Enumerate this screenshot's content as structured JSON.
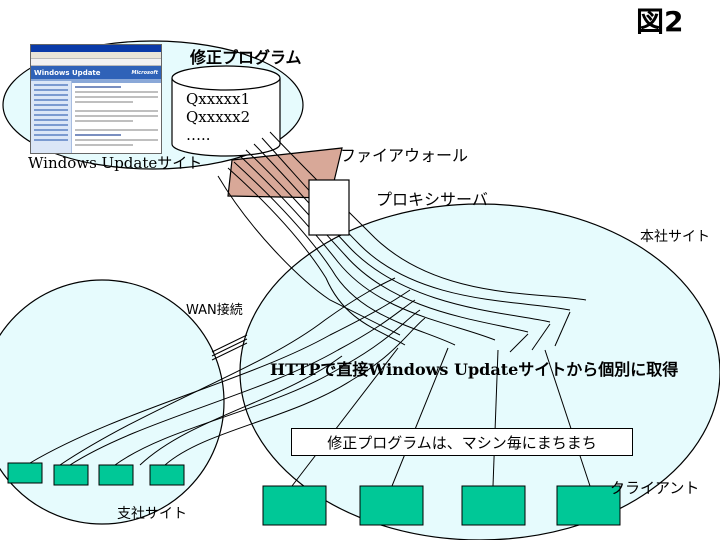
{
  "figure_number": "図2",
  "windows_update": {
    "site_label": "Windows Updateサイト",
    "screenshot_banner": "Windows Update",
    "screenshot_brand": "Microsoft"
  },
  "patch_store": {
    "title": "修正プログラム",
    "items": [
      "Qxxxxx1",
      "Qxxxxx2",
      "….."
    ]
  },
  "firewall_label": "ファイアウォール",
  "proxy_label": "プロキシサーバ",
  "hq_label": "本社サイト",
  "wan_label": "WAN接続",
  "http_label": "HTTPで直接Windows Updateサイトから個別に取得",
  "patch_note": "修正プログラムは、マシン毎にまちまち",
  "branch_label": "支社サイト",
  "clients_label": "クライアント",
  "colors": {
    "site_fill": "#e6fbfd",
    "client_fill": "#00c897",
    "firewall_fill": "#d8a898",
    "outline": "#000000"
  }
}
